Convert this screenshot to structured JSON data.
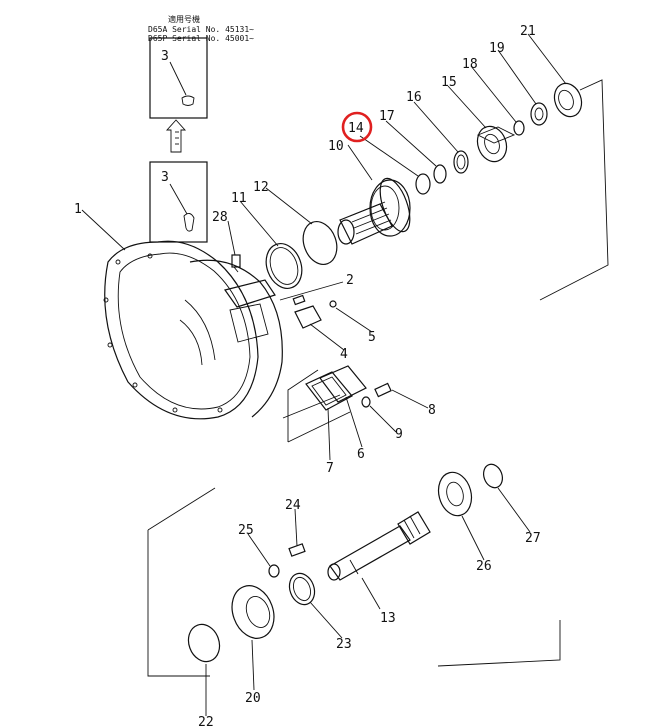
{
  "note": {
    "heading": "適用号機",
    "lines": [
      "D65A  Serial  No. 45131~",
      "D65P  Serial  No. 45001~"
    ]
  },
  "highlight": {
    "part": "14",
    "color": "#e02020"
  },
  "parts": [
    "1",
    "2",
    "3",
    "3",
    "4",
    "5",
    "6",
    "7",
    "8",
    "9",
    "10",
    "11",
    "12",
    "13",
    "14",
    "15",
    "16",
    "17",
    "18",
    "19",
    "20",
    "21",
    "22",
    "23",
    "24",
    "25",
    "26",
    "27",
    "28"
  ]
}
